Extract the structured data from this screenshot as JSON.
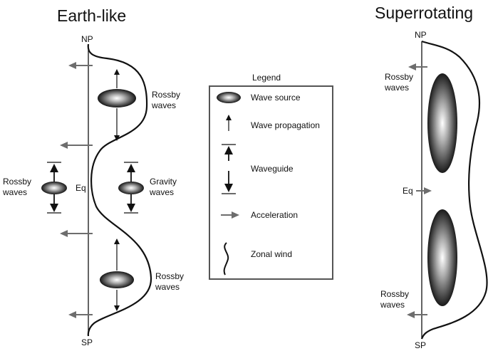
{
  "earth": {
    "title": "Earth-like",
    "north_pole": "NP",
    "south_pole": "SP",
    "equator": "Eq",
    "rossby_top": [
      "Rossby",
      "waves"
    ],
    "rossby_bottom": [
      "Rossby",
      "waves"
    ],
    "rossby_left": [
      "Rossby",
      "waves"
    ],
    "gravity": [
      "Gravity",
      "waves"
    ]
  },
  "super": {
    "title": "Superrotating",
    "north_pole": "NP",
    "south_pole": "SP",
    "equator": "Eq",
    "rossby_top": [
      "Rossby",
      "waves"
    ],
    "rossby_bottom": [
      "Rossby",
      "waves"
    ]
  },
  "legend": {
    "title": "Legend",
    "items": [
      "Wave source",
      "Wave propagation",
      "Waveguide",
      "Acceleration",
      "Zonal wind"
    ]
  },
  "colors": {
    "arrow_gray": "#6d6d6d",
    "ink": "#111111"
  }
}
